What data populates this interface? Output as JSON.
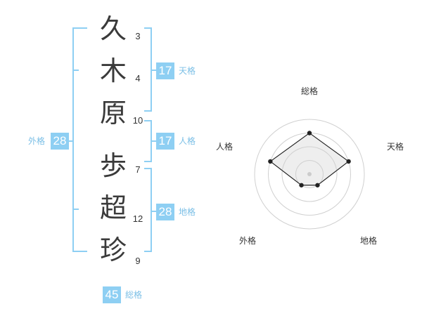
{
  "name": {
    "chars": [
      {
        "char": "久",
        "strokes": "3"
      },
      {
        "char": "木",
        "strokes": "4"
      },
      {
        "char": "原",
        "strokes": "10"
      },
      {
        "char": "歩",
        "strokes": "7"
      },
      {
        "char": "超",
        "strokes": "12"
      },
      {
        "char": "珍",
        "strokes": "9"
      }
    ]
  },
  "fortunes": {
    "tenkaku": {
      "label": "天格",
      "value": "17"
    },
    "jinkaku": {
      "label": "人格",
      "value": "17"
    },
    "chikaku": {
      "label": "地格",
      "value": "28"
    },
    "gaikaku": {
      "label": "外格",
      "value": "28"
    },
    "soukaku": {
      "label": "総格",
      "value": "45"
    }
  },
  "colors": {
    "bracket": "#8ecff3",
    "badge_bg": "#8ecff3",
    "badge_label": "#7bbfe6",
    "radar_ring": "#d0d0d0",
    "radar_fill": "#eeeeee",
    "radar_line": "#222222"
  },
  "chart_data": {
    "type": "radar",
    "axes": [
      "総格",
      "天格",
      "地格",
      "外格",
      "人格"
    ],
    "levels": 4,
    "values": [
      3,
      3,
      1,
      1,
      3
    ],
    "max": 4
  }
}
